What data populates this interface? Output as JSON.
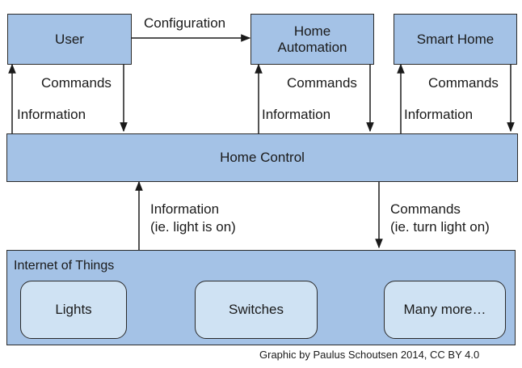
{
  "nodes": {
    "user": "User",
    "home_automation": "Home\nAutomation",
    "smart_home": "Smart Home",
    "home_control": "Home Control",
    "iot": "Internet of Things"
  },
  "devices": [
    "Lights",
    "Switches",
    "Many more…"
  ],
  "edges": {
    "configuration": "Configuration",
    "commands": "Commands",
    "information": "Information",
    "info_detail": "Information\n(ie. light is on)",
    "commands_detail": "Commands\n(ie. turn light on)"
  },
  "credit": "Graphic by Paulus Schoutsen 2014, CC BY 4.0"
}
